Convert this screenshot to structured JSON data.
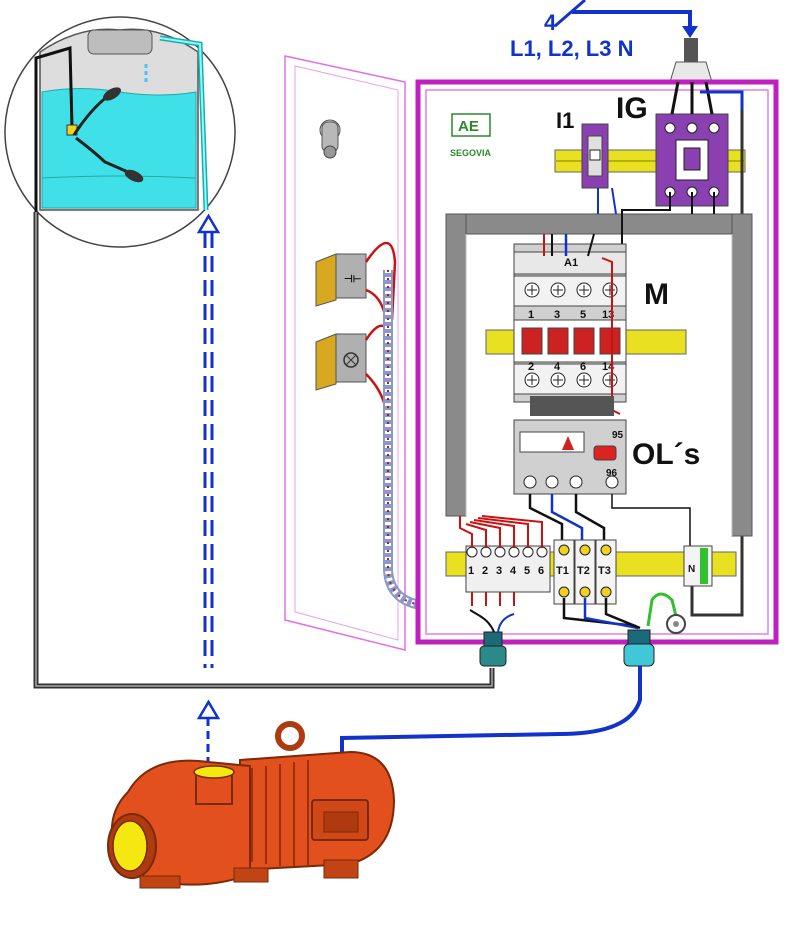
{
  "supply": {
    "wire_count": "4",
    "phases_label": "L1, L2, L3 N"
  },
  "panel": {
    "logo_text": "AE",
    "logo_subtext": "SEGOVIA",
    "switch_label": "I1",
    "main_breaker_label": "IG",
    "contactor_label": "M",
    "overload_label": "OL´s",
    "contactor_aux_label": "A1",
    "contactor_top_terminals": [
      "1",
      "3",
      "5",
      "13"
    ],
    "contactor_bottom_terminals": [
      "2",
      "4",
      "6",
      "14"
    ],
    "overload_terminals": [
      "95",
      "96"
    ],
    "control_terminals": [
      "1",
      "2",
      "3",
      "4",
      "5",
      "6"
    ],
    "motor_terminals": [
      "T1",
      "T2",
      "T3"
    ],
    "neutral_terminal": "N"
  },
  "colors": {
    "panel_border": "#c020c0",
    "din_rail": "#e8e020",
    "frame": "#8a8a8a",
    "wire_blue": "#1133cc",
    "wire_red": "#cc1111",
    "water": "#40e0e8",
    "pump": "#e2501e",
    "earth": "#30c030",
    "breaker": "#8a40b0"
  }
}
